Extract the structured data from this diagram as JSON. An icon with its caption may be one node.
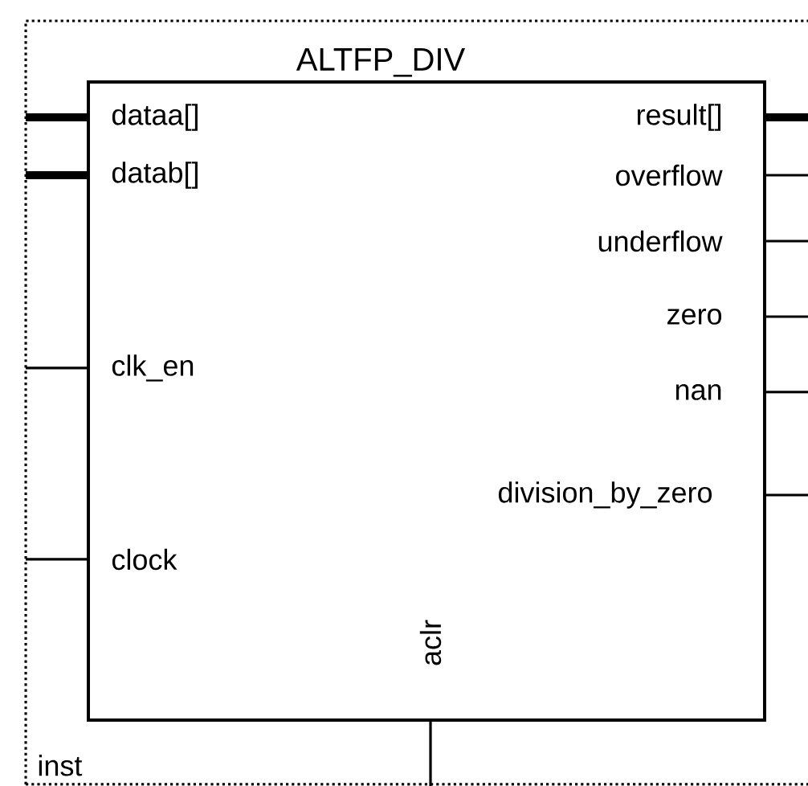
{
  "diagram": {
    "nodes": [
      {
        "text": [
          "inst"
        ]
      },
      {
        "text": [
          "ALTFP_DIV"
        ],
        "in": 0
      }
    ],
    "edges": [
      {
        "from": null,
        "to": 1,
        "arrow": "none",
        "style": "thick"
      },
      {
        "from": null,
        "to": 1,
        "arrow": "none",
        "style": "thick"
      },
      {
        "from": null,
        "to": 1,
        "arrow": "none"
      },
      {
        "from": null,
        "to": 1,
        "arrow": "none"
      },
      {
        "from": 1,
        "to": null,
        "arrow": "none",
        "style": "thick"
      },
      {
        "from": 1,
        "to": null,
        "arrow": "none"
      },
      {
        "from": 1,
        "to": null,
        "arrow": "none"
      },
      {
        "from": 1,
        "to": null,
        "arrow": "none"
      },
      {
        "from": 1,
        "to": null,
        "arrow": "none"
      },
      {
        "from": 1,
        "to": null,
        "arrow": "none"
      },
      {
        "from": null,
        "to": 1,
        "arrow": "none"
      }
    ],
    "labels": [
      "dataa[]",
      "result[]",
      "datab[]",
      "overflow",
      "underflow",
      "zero",
      "clk_en",
      "nan",
      "division_by_zero",
      "clock",
      "aclr"
    ]
  }
}
